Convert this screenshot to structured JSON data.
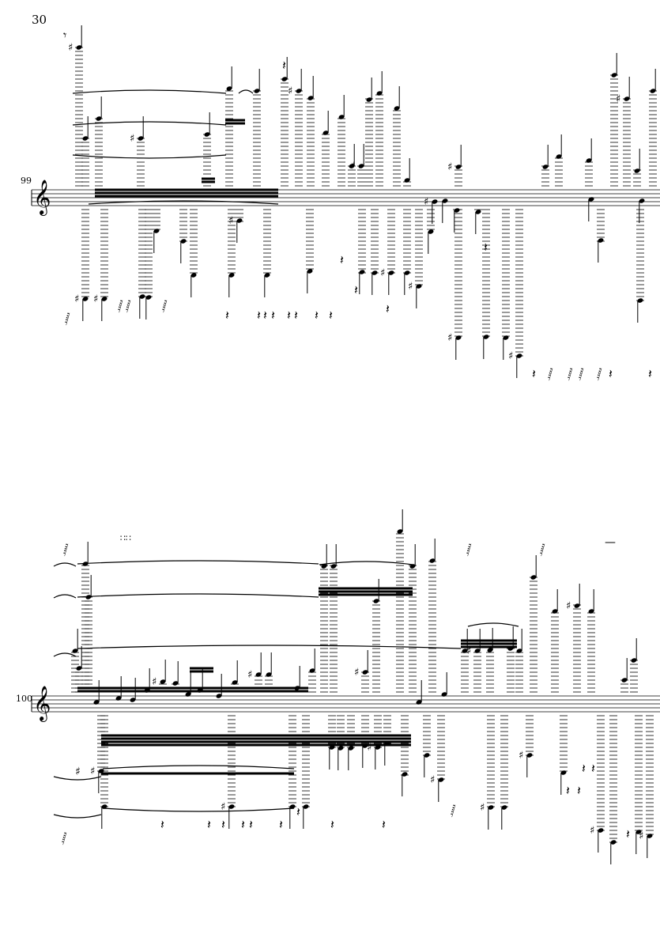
{
  "page": {
    "page_number": "30"
  },
  "systems": [
    {
      "measure_number": "99",
      "clef": "treble"
    },
    {
      "measure_number": "100",
      "clef": "treble"
    }
  ],
  "colors": {
    "ink": "#000000",
    "paper": "#ffffff"
  }
}
